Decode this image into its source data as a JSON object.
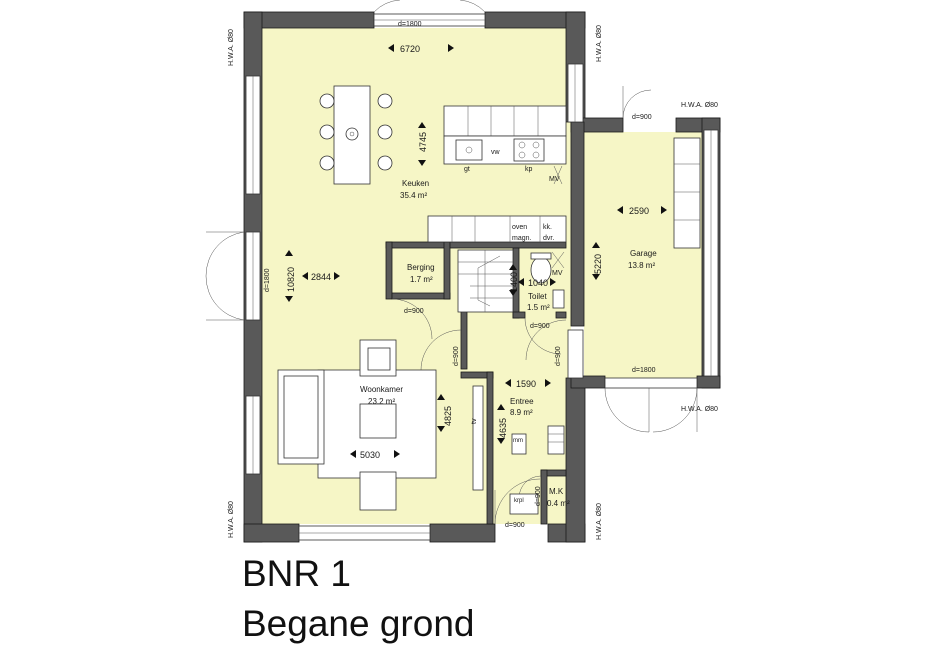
{
  "title": "BNR 1",
  "subtitle": "Begane grond",
  "rooms": {
    "keuken": {
      "name": "Keuken",
      "area": "35.4 m²"
    },
    "berging": {
      "name": "Berging",
      "area": "1.7 m²"
    },
    "toilet": {
      "name": "Toilet",
      "area": "1.5 m²"
    },
    "garage": {
      "name": "Garage",
      "area": "13.8 m²"
    },
    "woonkamer": {
      "name": "Woonkamer",
      "area": "23.2 m²"
    },
    "entree": {
      "name": "Entree",
      "area": "8.9 m²"
    },
    "mk": {
      "name": "M.K",
      "area": "0.4 m²"
    }
  },
  "dimensions": {
    "d6720": "6720",
    "d4745": "4745",
    "d10820": "10820",
    "d2844": "2844",
    "d2590": "2590",
    "d5220": "5220",
    "d1400": "1400",
    "d1040": "1040",
    "d1590": "1590",
    "d4825": "4825",
    "d4635": "4635",
    "d5030": "5030"
  },
  "doors": {
    "top": "d=1800",
    "left": "d=1800",
    "berging": "d=900",
    "woon": "d=900",
    "toilet": "d=900",
    "hall": "d=900",
    "garage_top": "d=900",
    "garage_bottom": "d=1800",
    "front": "d=900",
    "mk": "d=900"
  },
  "hwa": {
    "top_left": "H.W.A. Ø80",
    "top_right": "H.W.A. Ø80",
    "garage_top": "H.W.A. Ø80",
    "garage_bottom": "H.W.A. Ø80",
    "bottom_left": "H.W.A. Ø80",
    "bottom_right": "H.W.A. Ø80"
  },
  "fixtures": {
    "gt": "gt",
    "vw": "vw",
    "kp": "kp",
    "mv1": "MV",
    "mv2": "MV",
    "oven": "oven",
    "magn": "magn.",
    "kk": "kk.",
    "dvr": "dvr.",
    "tv": "tv",
    "mm": "mm",
    "krpl": "krpl"
  }
}
